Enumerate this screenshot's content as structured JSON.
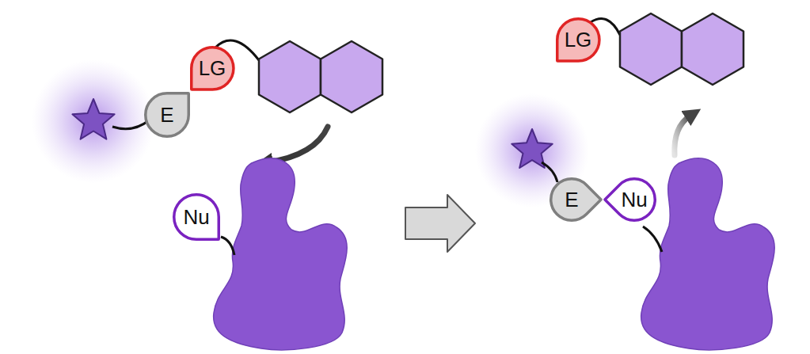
{
  "diagram": {
    "nodes": [
      {
        "text": [
          "LG"
        ]
      },
      {
        "text": [
          "E"
        ]
      },
      {
        "text": [
          "Nu"
        ]
      },
      {
        "text": [
          "LG"
        ]
      },
      {
        "text": [
          "E"
        ]
      },
      {
        "text": [
          "Nu"
        ]
      }
    ]
  }
}
